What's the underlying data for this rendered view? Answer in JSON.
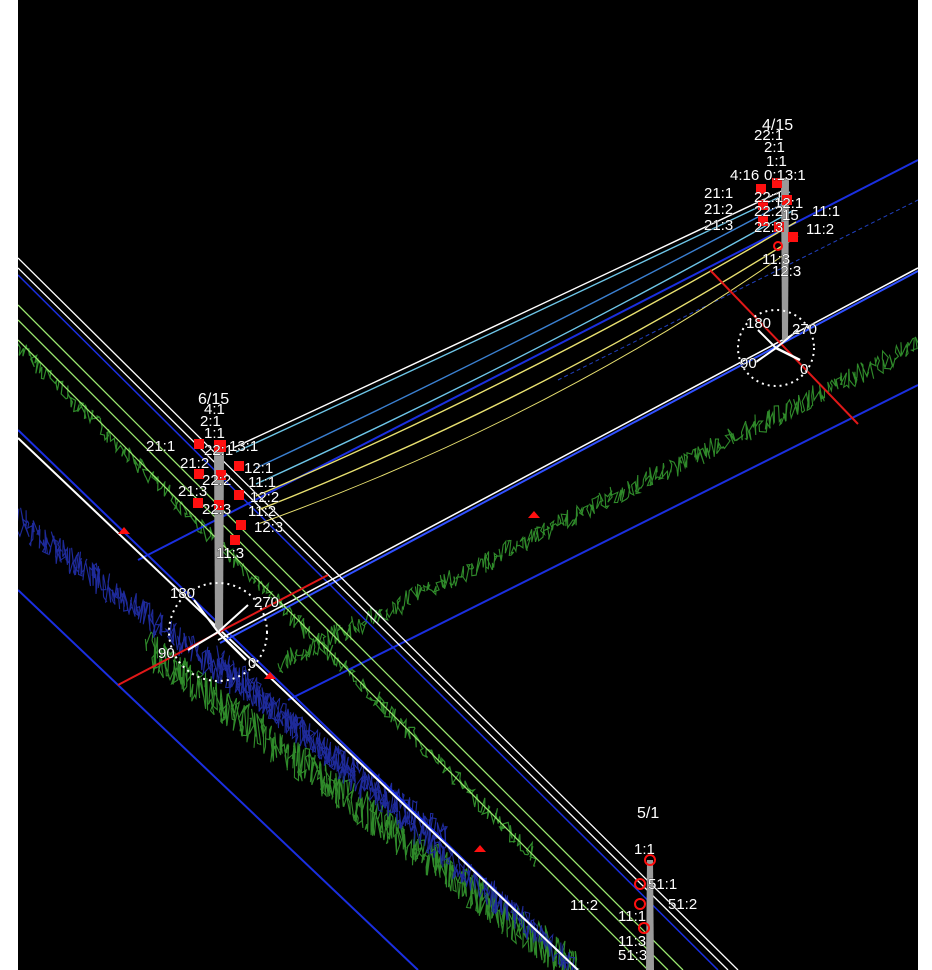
{
  "towers": [
    {
      "id": "tower-4-15",
      "title": "4/15",
      "top_labels": [
        "22:1",
        "2:1",
        "1:1"
      ],
      "arm_labels": [
        "4:16",
        "0:13:1",
        "21:1",
        "22:1",
        "12:1",
        "21:2",
        "22:2",
        "15",
        "11:1",
        "21:3",
        "22:3",
        "11:2",
        "11:3",
        "12:3"
      ],
      "compass": [
        "180",
        "270",
        "90",
        "0"
      ]
    },
    {
      "id": "tower-6-15",
      "title": "6/15",
      "top_labels": [
        "4:1",
        "2:1",
        "1:1"
      ],
      "arm_labels": [
        "21:1",
        "22:1",
        "13:1",
        "12:1",
        "21:2",
        "22:2",
        "11:1",
        "21:3",
        "12:2",
        "22:3",
        "11:2",
        "12:3",
        "11:3"
      ],
      "compass": [
        "180",
        "270",
        "90",
        "0"
      ]
    },
    {
      "id": "tower-5-1",
      "title": "5/1",
      "top_labels": [
        "1:1"
      ],
      "arm_labels": [
        "51:1",
        "11:2",
        "51:2",
        "11:1",
        "11:3",
        "51:3"
      ],
      "compass": []
    }
  ],
  "colors": {
    "background": "#000000",
    "conductor_white": "#ffffff",
    "conductor_cyan": "#6ec6e8",
    "conductor_blue": "#3a7fd0",
    "conductor_yellow": "#e8e070",
    "conductor_green": "#9be870",
    "corridor_blue": "#1a2fe0",
    "ground_green": "#2f8a2a",
    "ground_blue": "#1e2a9a",
    "marker_red": "#ff1010",
    "axis_red": "#e01818",
    "pole_gray": "#9a9a9a"
  }
}
